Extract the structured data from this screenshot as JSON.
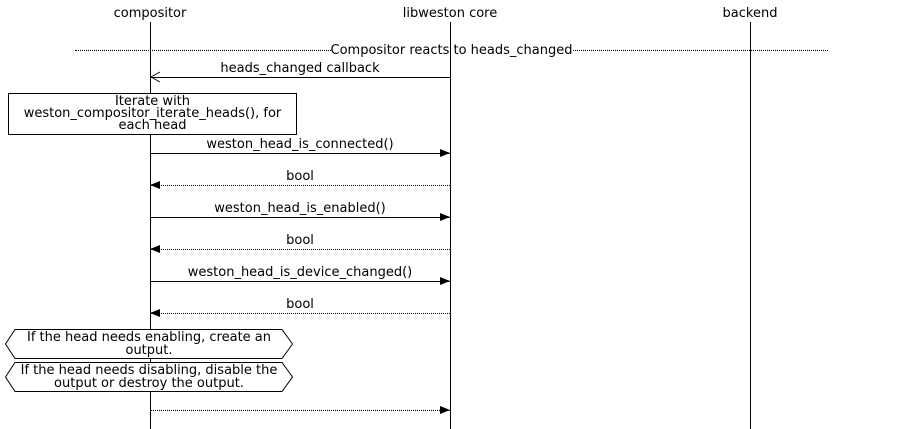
{
  "lifelines": [
    {
      "label": "compositor"
    },
    {
      "label": "libweston core"
    },
    {
      "label": "backend"
    }
  ],
  "divider": {
    "label": "Compositor reacts to heads_changed"
  },
  "messages": [
    {
      "label": "heads_changed callback"
    },
    {
      "label": "weston_head_is_connected()"
    },
    {
      "label": "bool"
    },
    {
      "label": "weston_head_is_enabled()"
    },
    {
      "label": "bool"
    },
    {
      "label": "weston_head_is_device_changed()"
    },
    {
      "label": "bool"
    },
    {
      "label": ""
    }
  ],
  "notes": {
    "iterate": "Iterate with weston_compositor_iterate_heads(), for each head",
    "enable": "If the head needs enabling, create an output.",
    "disable": "If the head needs disabling, disable the output or destroy the output."
  }
}
